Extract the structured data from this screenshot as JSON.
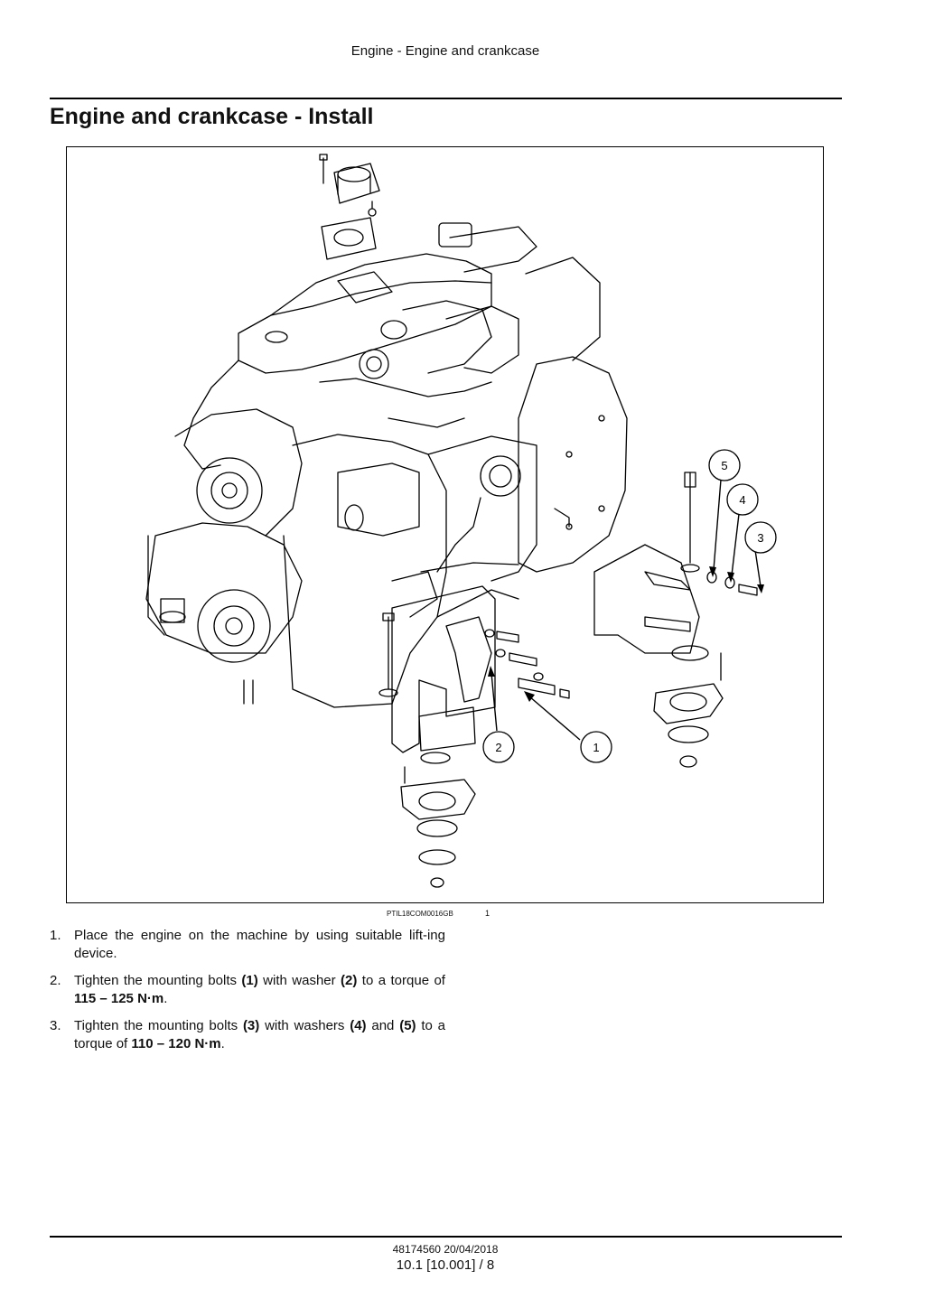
{
  "header": {
    "running_title": "Engine - Engine and crankcase"
  },
  "title": "Engine and crankcase - Install",
  "figure": {
    "caption_code": "PTIL18COM0016GB",
    "number": "1",
    "callouts": [
      "1",
      "2",
      "3",
      "4",
      "5"
    ]
  },
  "steps": [
    {
      "num": "1.",
      "parts": [
        {
          "text": "Place the engine on the machine by using suitable lift-ing device.",
          "bold": false
        }
      ]
    },
    {
      "num": "2.",
      "parts": [
        {
          "text": "Tighten the mounting bolts ",
          "bold": false
        },
        {
          "text": "(1)",
          "bold": true
        },
        {
          "text": " with washer ",
          "bold": false
        },
        {
          "text": "(2)",
          "bold": true
        },
        {
          "text": " to a torque of ",
          "bold": false
        },
        {
          "text": "115 – 125 N·m",
          "bold": true
        },
        {
          "text": ".",
          "bold": false
        }
      ]
    },
    {
      "num": "3.",
      "parts": [
        {
          "text": "Tighten the mounting bolts ",
          "bold": false
        },
        {
          "text": "(3)",
          "bold": true
        },
        {
          "text": " with washers ",
          "bold": false
        },
        {
          "text": "(4)",
          "bold": true
        },
        {
          "text": " and ",
          "bold": false
        },
        {
          "text": "(5)",
          "bold": true
        },
        {
          "text": " to a torque of ",
          "bold": false
        },
        {
          "text": "110 – 120 N·m",
          "bold": true
        },
        {
          "text": ".",
          "bold": false
        }
      ]
    }
  ],
  "footer": {
    "doc_code": "48174560 20/04/2018",
    "page_ref": "10.1 [10.001] / 8"
  }
}
